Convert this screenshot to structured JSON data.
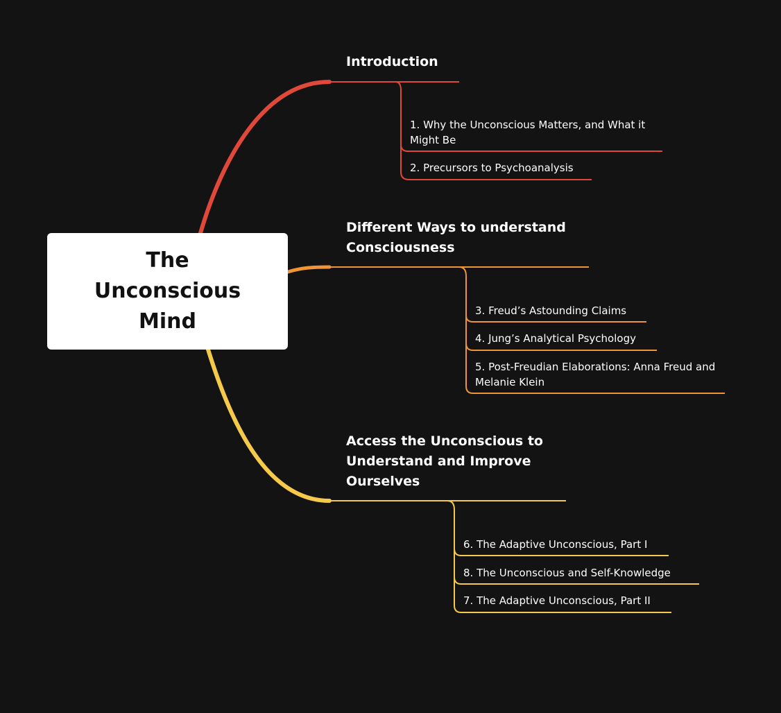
{
  "root": {
    "title": "The Unconscious Mind"
  },
  "colors": {
    "background": "#131313",
    "branch_red": "#e0493a",
    "branch_orange": "#ef9437",
    "branch_yellow": "#f5c94a",
    "root_fill": "#ffffff"
  },
  "branches": [
    {
      "label": "Introduction",
      "color": "#e0493a",
      "children": [
        "1. Why the Unconscious Matters, and What it Might Be",
        "2. Precursors to Psychoanalysis"
      ]
    },
    {
      "label": "Different Ways to understand Consciousness",
      "color": "#ef9437",
      "children": [
        "3. Freud’s Astounding Claims",
        "4. Jung’s Analytical Psychology",
        "5. Post-Freudian Elaborations: Anna Freud and Melanie Klein"
      ]
    },
    {
      "label": "Access the Unconscious to Understand and Improve Ourselves",
      "color": "#f5c94a",
      "children": [
        "6. The Adaptive Unconscious, Part I",
        "8. The Unconscious and Self-Knowledge",
        "7. The Adaptive Unconscious, Part II"
      ]
    }
  ]
}
